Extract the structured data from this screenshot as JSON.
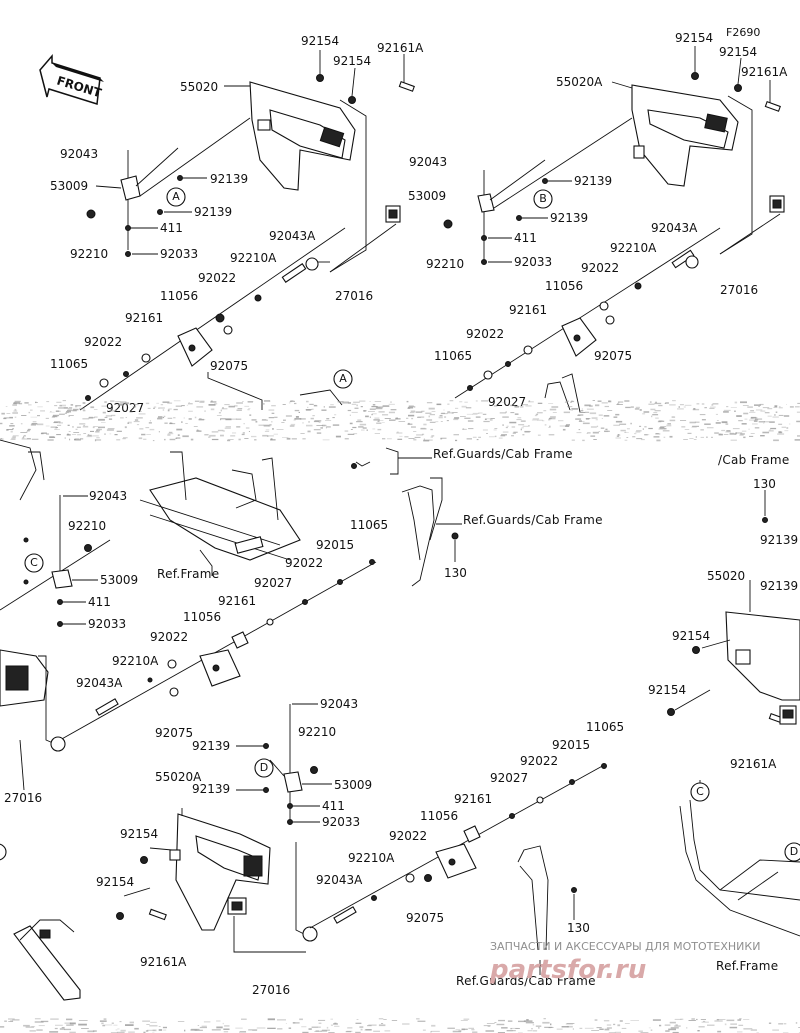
{
  "diagram_code": "F2690",
  "front_label": "FRONT",
  "circle_markers": [
    "A",
    "B",
    "C",
    "D"
  ],
  "references": {
    "guards_cab_frame": "Ref.Guards/Cab Frame",
    "cab_frame_partial": "/Cab Frame",
    "frame": "Ref.Frame",
    "frame_partial": "Ref.Frame"
  },
  "labels": {
    "p92154": "92154",
    "p92161A": "92161A",
    "p55020": "55020",
    "p55020A": "55020A",
    "p92043": "92043",
    "p92043A": "92043A",
    "p53009": "53009",
    "p92139": "92139",
    "p92210": "92210",
    "p92210A": "92210A",
    "p411": "411",
    "p92033": "92033",
    "p92022": "92022",
    "p11056": "11056",
    "p92161": "92161",
    "p92075": "92075",
    "p11065": "11065",
    "p92027": "92027",
    "p27016": "27016",
    "p92015": "92015",
    "p130": "130"
  },
  "watermark": {
    "tagline": "ЗАПЧАСТИ И АКСЕССУАРЫ ДЛЯ МОТОТЕХНИКИ",
    "brand": "partsfor.ru"
  },
  "colors": {
    "ink": "#111111",
    "watermark_brand": "#d9a9a9",
    "watermark_tagline": "#8f8f8f",
    "scan_noise": "#9a9a9a"
  }
}
